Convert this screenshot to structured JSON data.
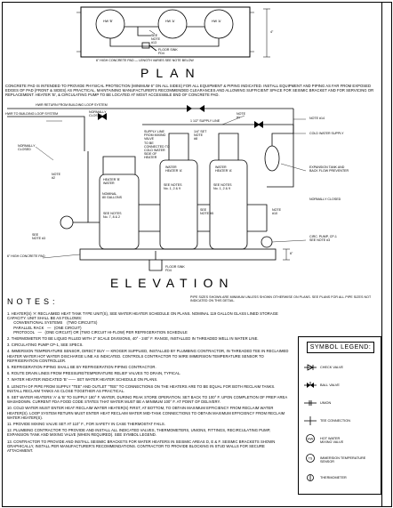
{
  "plan": {
    "title": "PLAN",
    "labels": {
      "hwh_b": "HW 'B'",
      "hwh_a1": "HW 'A'",
      "hwh_a2": "HW 'A'",
      "see_note_13": "SEE\nNOTE\n#13",
      "floor_sink": "FLOOR SINK\nFD4",
      "pad_note": "6\" HIGH CONCRETE PAD — LENGTH VARIES SEE NOTE BELOW",
      "dim": "4\""
    }
  },
  "pad_paragraph": "CONCRETE PAD IS INTENDED TO PROVIDE PHYSICAL PROTECTION (MINIMUM 6\" ON ALL SIDES) FOR ALL EQUIPMENT & PIPING INDICATED. INSTALL EQUIPMENT AND PIPING AS FAR FROM EXPOSED EDGES OF PAD (FRONT & SIDES) AS PRACTICAL, MAINTAINING MANUFACTURER'S RECOMMENDED CLEARANCES AND ALLOWING SUFFICIENT SPACE FOR SEISMIC BRACKET AND FOR SERVICING OR REPLACEMENT. HEATER 'B', & CIRCULATING PUMP TO BE LOCATED AT MOST ACCESSIBLE END OF CONCRETE PAD.",
  "elevation": {
    "title": "ELEVATION",
    "labels": {
      "hwr_from_bldg": "HWR RETURN FROM BUILDING LOOP SYSTEM",
      "hwr_to_bldg": "HWR TO BUILDING LOOP SYSTEM",
      "normally_closed_1": "NORMALLY\nCLOSED",
      "normally_closed_2": "NORMALLY\nCLOSED",
      "normally_closed_3": "NORMALLY CLOSED",
      "supply_1_half": "1 1/2\" SUPPLY LINE",
      "note_14": "NOTE #14",
      "cold_water_supply": "COLD WATER SUPPLY",
      "supply_line_from_mixing": "SUPPLY LINE\nFROM MIXING\nVALVE\nTO BE\nCONNECTED TO\nCOLD WATER\nSIDE OF\nHEATER",
      "quarter_supply": "1/4\" SET\nNOTE\n#8",
      "expansion_tank": "EXPANSION TANK AND\nBACK FLOW PREVENTER",
      "hwh_b_water": "HEATER 'B'\nWATER",
      "hwh_a_water_1": "WATER\nHEATER 'A'",
      "hwh_a_water_2": "WATER\nHEATER 'A'",
      "nominal": "NOMINAL\n80 GALLONS",
      "see_notes_1_2_9": "SEE NOTES\nNo. 1, 2 & 9",
      "see_notes_1_2_9b": "SEE NOTES\nNo. 1, 2 & 9",
      "see_notes_7_8_2": "SEE NOTES\nNo. 7, 8 & 2",
      "see_note_3": "SEE\nNOTE #3",
      "see_note_5": "SEE\nNOTE #5",
      "note_1": "NOTE\n#1",
      "note_2": "NOTE\n#2",
      "note_10": "NOTE\n#10",
      "circ_pump": "CIRC. PUMP, CP-1\nSEE NOTE #3",
      "concrete_pad": "6\" HIGH CONCRETE PAD",
      "floor_sink": "FLOOR SINK\nFD4",
      "dim": "6\""
    },
    "pipe_note": "PIPE SIZES SHOWN ARE MINIMUM UNLESS SHOWN OTHERWISE ON PLANS. SEE PLANS FOR ALL PIPE SIZES NOT INDICATED ON THIS DETAIL."
  },
  "notes_heading": "NOTES:",
  "notes": [
    "HEATER(S) 'A' RECLAIMED HEAT TANK TYPE UNIT(S), SEE WATER HEATER SCHEDULE ON PLANS. NOMINAL 119 GALLON GLASS LINED STORAGE CAPACITY. UNIT SHALL BE AS FOLLOWS:\n      CONVENTIONAL SYSTEMS    (TWO CIRCUITS)\n      PARALLEL RACK   —   (ONE CIRCUIT)\n      PROTOCOL   —   (ONE CIRCUIT) OR (TWO CIRCUIT HI-FLOW) PER REFRIGERATION SCHEDULE",
    "THERMOMETER TO BE LIQUID FILLED WITH 2\" SCALE DIVISIONS, 40° - 240° F. RANGE, INSTALLED IN THREADED WELL IN WATER LINE.",
    "CIRCULATING PUMP CP-1, SEE SPECS.",
    "IMMERSION TEMPERATURE SENSOR, DIRECT BUY — KROGER SUPPLIED, INSTALLED BY PLUMBING CONTRACTOR, IN THREADED TEE IN RECLAIMED HEATER WATER HOT WATER DISCHARGE LINE AS INDICATED. CONTROLS CONTRACTOR TO WIRE IMMERSION TEMPERATURE SENSOR TO REFRIGERATION CONTROLLER.",
    "REFRIGERATION PIPING SHALL BE BY REFRIGERATION PIPING CONTRACTOR.",
    "ROUTE DRAIN LINES FROM PRESSURE/TEMPERATURE RELIEF VALVES TO DRAIN, TYPICAL.",
    "WATER HEATER INDICATED 'B' ——  SET WATER HEATER SCHEDULE ON PLANS.",
    "LENGTH OF PIPE FROM SUPPLY \"TEE\" AND OUTLET \"TEE\" TO CONNECTIONS ON THE HEATERS ARE TO BE EQUAL FOR BOTH RECLAIM TANKS.  INSTALL RECLAIM TANKS AS CLOSE TOGETHER AS PRACTICAL.",
    "SET WATER HEATERS 'A' & 'B' TO SUPPLY 180° F. WATER, DURING PEAK STORE OPERATION. SET BACK TO 100° F. UPON COMPLETION OF PREP AREA WASHDOWN. CURRENT FDA FOOD CODE STATES THAT WATER MUST BE A MINIMUM 100° F. AT POINT OF DELIVERY.",
    "COLD WATER MUST ENTER HEAT RECLAIM WATER HEATER(S) FIRST, AT BOTTOM, TO OBTAIN MAXIMUM EFFICIENCY FROM RECLAIM WATER HEATER(S). LOOP SYSTEM RETURN MUST ENTER HEAT RECLAIM WATER MID-TANK CONNECTIONS TO OBTAIN MAXIMUM EFFICIENCY FROM RECLAIM WATER HEATER(S).",
    "PROVIDE MIXING VALVE SET AT 110° F., FOR SAFETY IN CASE THERMOSTAT FAILS.",
    "PLUMBING CONTRACTOR TO PROVIDE AND INSTALL ALL INDICATED VALVES, THERMOMETERS, UNIONS, FITTINGS, RECIRCULATING PUMP, EXPANSION TANK AND MIXING VALVE (WHEN REQUIRED). SEE SYMBOL LEGEND.",
    "CONTRACTOR TO PROVIDE AND INSTALL SEISMIC BRACKETS FOR WATER HEATERS IN SEISMIC AREAS D, E & F. SEISMIC BRACKETS SHOWN GRAPHICALLY, INSTALL PER MANUFACTURER'S RECOMMENDATIONS. CONTRACTOR TO PROVIDE BLOCKING IN STUD WALLS FOR SECURE ATTACHMENT."
  ],
  "legend": {
    "title": "SYMBOL LEGEND:",
    "items": [
      {
        "icon": "check-valve-icon",
        "label": "CHECK VALVE"
      },
      {
        "icon": "ball-valve-icon",
        "label": "BALL VALVE"
      },
      {
        "icon": "union-icon",
        "label": "UNION"
      },
      {
        "icon": "tee-connection-icon",
        "label": "TEE CONNECTION"
      },
      {
        "icon": "mixing-valve-icon",
        "label": "HOT WATER\nMIXING VALVE"
      },
      {
        "icon": "temperature-sensor-icon",
        "label": "IMMERSION TEMPERATURE\nSENSOR"
      },
      {
        "icon": "thermometer-icon",
        "label": "THERMOMETER"
      }
    ]
  }
}
